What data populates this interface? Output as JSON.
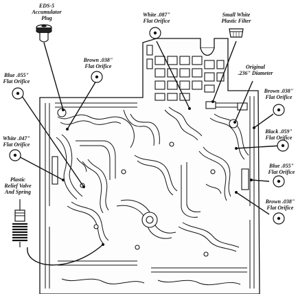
{
  "labels": {
    "eds5": [
      "EDS-5",
      "Accumulator",
      "Plug"
    ],
    "white087": [
      "White .087\"",
      "Flat Orifice"
    ],
    "small_white_filter": [
      "Small White",
      "Plastic Filter"
    ],
    "brown038_top": [
      "Brown .038\"",
      "Flat Orifice"
    ],
    "blue055_left": [
      "Blue .055\"",
      "Flat Orifice"
    ],
    "original236": [
      "Original",
      ".236\" Diameter"
    ],
    "brown038_right_top": [
      "Brown .038\"",
      "Flat Orifice"
    ],
    "black059": [
      "Black .059\"",
      "Flat Orifice"
    ],
    "white047": [
      "White .047\"",
      "Flat Orifice"
    ],
    "blue055_right": [
      "Blue .055\"",
      "Flat Orifice"
    ],
    "relief_valve": [
      "Plastic",
      "Relief Valve",
      "And Spring"
    ],
    "brown038_right_bottom": [
      "Brown .038\"",
      "Flat Orifice"
    ]
  },
  "icons": [
    "plug-icon",
    "filter-icon",
    "orifice-icon",
    "relief-valve-spring-icon"
  ]
}
